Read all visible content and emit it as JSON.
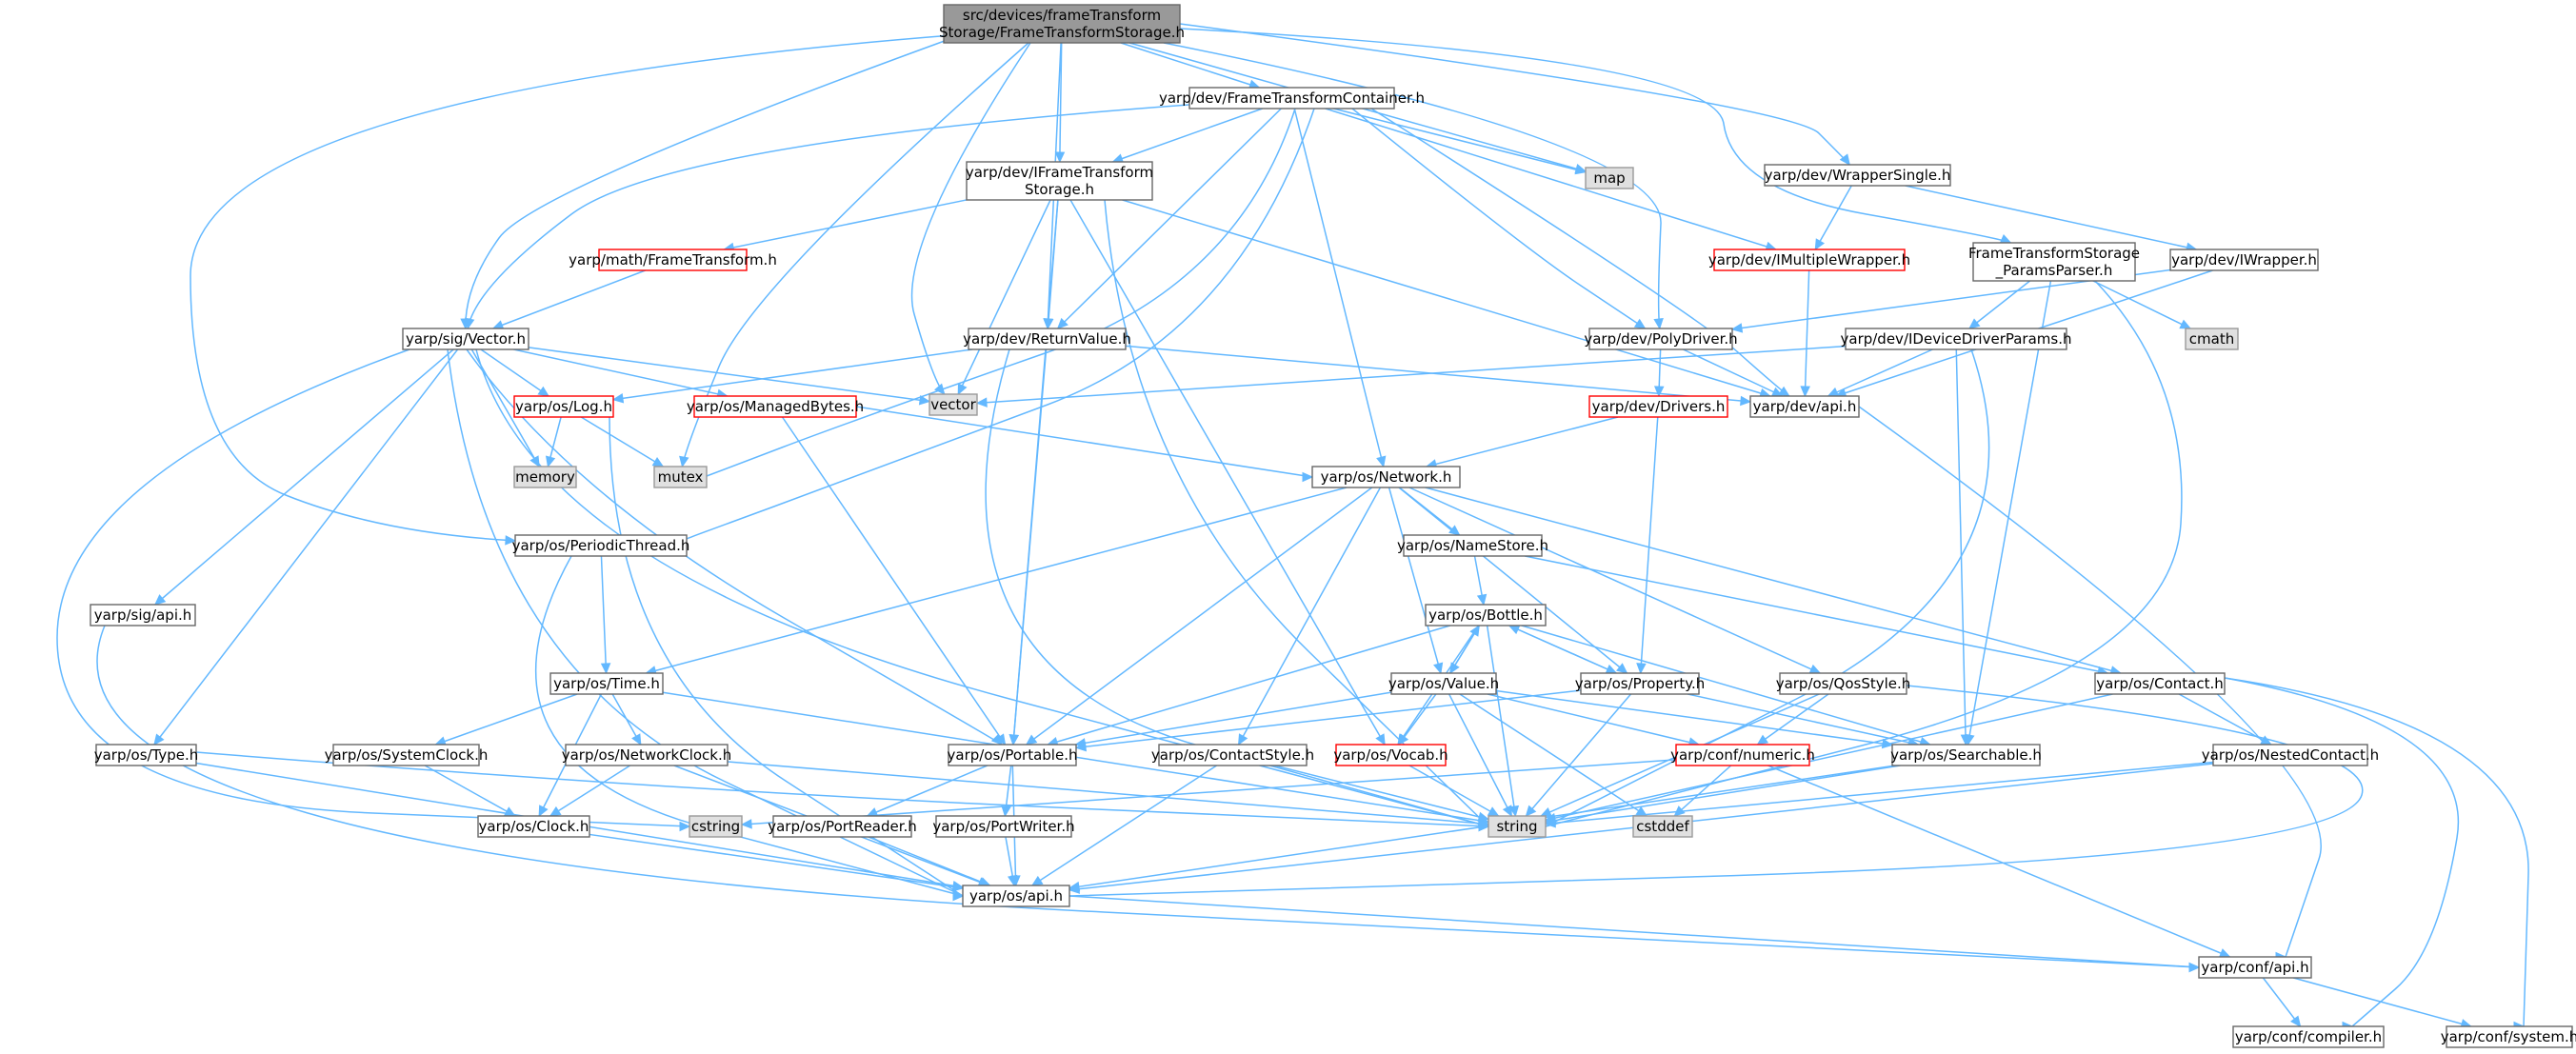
{
  "graph": {
    "nodes": [
      {
        "id": "root",
        "label": [
          "src/devices/frameTransform",
          "Storage/FrameTransformStorage.h"
        ],
        "style": "root",
        "interactable": false
      },
      {
        "id": "ftcontainer",
        "label": [
          "yarp/dev/FrameTransformContainer.h"
        ],
        "style": "normal",
        "interactable": true
      },
      {
        "id": "iftstorage",
        "label": [
          "yarp/dev/IFrameTransform",
          "Storage.h"
        ],
        "style": "normal",
        "interactable": true
      },
      {
        "id": "map",
        "label": [
          "map"
        ],
        "style": "system",
        "interactable": false
      },
      {
        "id": "wrappersingle",
        "label": [
          "yarp/dev/WrapperSingle.h"
        ],
        "style": "normal",
        "interactable": true
      },
      {
        "id": "imultiplewrapper",
        "label": [
          "yarp/dev/IMultipleWrapper.h"
        ],
        "style": "red",
        "interactable": true
      },
      {
        "id": "ftsparams",
        "label": [
          "FrameTransformStorage",
          "_ParamsParser.h"
        ],
        "style": "normal",
        "interactable": true
      },
      {
        "id": "iwrapper",
        "label": [
          "yarp/dev/IWrapper.h"
        ],
        "style": "normal",
        "interactable": true
      },
      {
        "id": "mathft",
        "label": [
          "yarp/math/FrameTransform.h"
        ],
        "style": "red",
        "interactable": true
      },
      {
        "id": "sigvector",
        "label": [
          "yarp/sig/Vector.h"
        ],
        "style": "normal",
        "interactable": true
      },
      {
        "id": "returnvalue",
        "label": [
          "yarp/dev/ReturnValue.h"
        ],
        "style": "normal",
        "interactable": true
      },
      {
        "id": "polydriver",
        "label": [
          "yarp/dev/PolyDriver.h"
        ],
        "style": "normal",
        "interactable": true
      },
      {
        "id": "ideviceparams",
        "label": [
          "yarp/dev/IDeviceDriverParams.h"
        ],
        "style": "normal",
        "interactable": true
      },
      {
        "id": "cmath",
        "label": [
          "cmath"
        ],
        "style": "system",
        "interactable": false
      },
      {
        "id": "vector",
        "label": [
          "vector"
        ],
        "style": "system",
        "interactable": false
      },
      {
        "id": "oslog",
        "label": [
          "yarp/os/Log.h"
        ],
        "style": "red",
        "interactable": true
      },
      {
        "id": "managedbytes",
        "label": [
          "yarp/os/ManagedBytes.h"
        ],
        "style": "red",
        "interactable": true
      },
      {
        "id": "drivers",
        "label": [
          "yarp/dev/Drivers.h"
        ],
        "style": "red",
        "interactable": true
      },
      {
        "id": "devapi",
        "label": [
          "yarp/dev/api.h"
        ],
        "style": "normal",
        "interactable": true
      },
      {
        "id": "memory",
        "label": [
          "memory"
        ],
        "style": "system",
        "interactable": false
      },
      {
        "id": "mutex",
        "label": [
          "mutex"
        ],
        "style": "system",
        "interactable": false
      },
      {
        "id": "network",
        "label": [
          "yarp/os/Network.h"
        ],
        "style": "normal",
        "interactable": true
      },
      {
        "id": "periodicthread",
        "label": [
          "yarp/os/PeriodicThread.h"
        ],
        "style": "normal",
        "interactable": true
      },
      {
        "id": "namestore",
        "label": [
          "yarp/os/NameStore.h"
        ],
        "style": "normal",
        "interactable": true
      },
      {
        "id": "sigapi",
        "label": [
          "yarp/sig/api.h"
        ],
        "style": "normal",
        "interactable": true
      },
      {
        "id": "bottle",
        "label": [
          "yarp/os/Bottle.h"
        ],
        "style": "normal",
        "interactable": true
      },
      {
        "id": "ostime",
        "label": [
          "yarp/os/Time.h"
        ],
        "style": "normal",
        "interactable": true
      },
      {
        "id": "osvalue",
        "label": [
          "yarp/os/Value.h"
        ],
        "style": "normal",
        "interactable": true
      },
      {
        "id": "property",
        "label": [
          "yarp/os/Property.h"
        ],
        "style": "normal",
        "interactable": true
      },
      {
        "id": "qosstyle",
        "label": [
          "yarp/os/QosStyle.h"
        ],
        "style": "normal",
        "interactable": true
      },
      {
        "id": "contact",
        "label": [
          "yarp/os/Contact.h"
        ],
        "style": "normal",
        "interactable": true
      },
      {
        "id": "ostype",
        "label": [
          "yarp/os/Type.h"
        ],
        "style": "normal",
        "interactable": true
      },
      {
        "id": "systemclock",
        "label": [
          "yarp/os/SystemClock.h"
        ],
        "style": "normal",
        "interactable": true
      },
      {
        "id": "networkclock",
        "label": [
          "yarp/os/NetworkClock.h"
        ],
        "style": "normal",
        "interactable": true
      },
      {
        "id": "portable",
        "label": [
          "yarp/os/Portable.h"
        ],
        "style": "normal",
        "interactable": true
      },
      {
        "id": "contactstyle",
        "label": [
          "yarp/os/ContactStyle.h"
        ],
        "style": "normal",
        "interactable": true
      },
      {
        "id": "vocab",
        "label": [
          "yarp/os/Vocab.h"
        ],
        "style": "red",
        "interactable": true
      },
      {
        "id": "numeric",
        "label": [
          "yarp/conf/numeric.h"
        ],
        "style": "red",
        "interactable": true
      },
      {
        "id": "searchable",
        "label": [
          "yarp/os/Searchable.h"
        ],
        "style": "normal",
        "interactable": true
      },
      {
        "id": "nestedcontact",
        "label": [
          "yarp/os/NestedContact.h"
        ],
        "style": "normal",
        "interactable": true
      },
      {
        "id": "cstring",
        "label": [
          "cstring"
        ],
        "style": "system",
        "interactable": false
      },
      {
        "id": "osclock",
        "label": [
          "yarp/os/Clock.h"
        ],
        "style": "normal",
        "interactable": true
      },
      {
        "id": "portreader",
        "label": [
          "yarp/os/PortReader.h"
        ],
        "style": "normal",
        "interactable": true
      },
      {
        "id": "portwriter",
        "label": [
          "yarp/os/PortWriter.h"
        ],
        "style": "normal",
        "interactable": true
      },
      {
        "id": "string",
        "label": [
          "string"
        ],
        "style": "system",
        "interactable": false
      },
      {
        "id": "cstddef",
        "label": [
          "cstddef"
        ],
        "style": "system",
        "interactable": false
      },
      {
        "id": "osapi",
        "label": [
          "yarp/os/api.h"
        ],
        "style": "normal",
        "interactable": true
      },
      {
        "id": "confapi",
        "label": [
          "yarp/conf/api.h"
        ],
        "style": "normal",
        "interactable": true
      },
      {
        "id": "compiler",
        "label": [
          "yarp/conf/compiler.h"
        ],
        "style": "normal",
        "interactable": true
      },
      {
        "id": "system",
        "label": [
          "yarp/conf/system.h"
        ],
        "style": "normal",
        "interactable": true
      }
    ],
    "edges": [
      [
        "root",
        "ftcontainer"
      ],
      [
        "root",
        "iftstorage"
      ],
      [
        "root",
        "map"
      ],
      [
        "root",
        "wrappersingle"
      ],
      [
        "root",
        "ftsparams"
      ],
      [
        "root",
        "sigvector"
      ],
      [
        "root",
        "returnvalue"
      ],
      [
        "root",
        "polydriver"
      ],
      [
        "root",
        "vector"
      ],
      [
        "root",
        "mutex"
      ],
      [
        "root",
        "periodicthread"
      ],
      [
        "ftcontainer",
        "iftstorage"
      ],
      [
        "ftcontainer",
        "map"
      ],
      [
        "ftcontainer",
        "imultiplewrapper"
      ],
      [
        "ftcontainer",
        "sigvector"
      ],
      [
        "ftcontainer",
        "returnvalue"
      ],
      [
        "ftcontainer",
        "polydriver"
      ],
      [
        "ftcontainer",
        "devapi"
      ],
      [
        "ftcontainer",
        "network"
      ],
      [
        "ftcontainer",
        "mutex"
      ],
      [
        "ftcontainer",
        "periodicthread"
      ],
      [
        "iftstorage",
        "mathft"
      ],
      [
        "iftstorage",
        "returnvalue"
      ],
      [
        "iftstorage",
        "vector"
      ],
      [
        "iftstorage",
        "devapi"
      ],
      [
        "iftstorage",
        "portable"
      ],
      [
        "iftstorage",
        "vocab"
      ],
      [
        "iftstorage",
        "string"
      ],
      [
        "wrappersingle",
        "imultiplewrapper"
      ],
      [
        "wrappersingle",
        "iwrapper"
      ],
      [
        "imultiplewrapper",
        "devapi"
      ],
      [
        "ftsparams",
        "ideviceparams"
      ],
      [
        "ftsparams",
        "cmath"
      ],
      [
        "ftsparams",
        "searchable"
      ],
      [
        "ftsparams",
        "string"
      ],
      [
        "iwrapper",
        "polydriver"
      ],
      [
        "iwrapper",
        "devapi"
      ],
      [
        "mathft",
        "sigvector"
      ],
      [
        "sigvector",
        "oslog"
      ],
      [
        "sigvector",
        "managedbytes"
      ],
      [
        "sigvector",
        "memory"
      ],
      [
        "sigvector",
        "vector"
      ],
      [
        "sigvector",
        "sigapi"
      ],
      [
        "sigvector",
        "ostype"
      ],
      [
        "sigvector",
        "portable"
      ],
      [
        "sigvector",
        "string"
      ],
      [
        "sigvector",
        "cstring"
      ],
      [
        "sigvector",
        "osapi"
      ],
      [
        "returnvalue",
        "oslog"
      ],
      [
        "returnvalue",
        "portable"
      ],
      [
        "returnvalue",
        "devapi"
      ],
      [
        "returnvalue",
        "string"
      ],
      [
        "polydriver",
        "drivers"
      ],
      [
        "polydriver",
        "devapi"
      ],
      [
        "ideviceparams",
        "devapi"
      ],
      [
        "ideviceparams",
        "vector"
      ],
      [
        "ideviceparams",
        "searchable"
      ],
      [
        "ideviceparams",
        "string"
      ],
      [
        "oslog",
        "memory"
      ],
      [
        "oslog",
        "mutex"
      ],
      [
        "oslog",
        "osapi"
      ],
      [
        "managedbytes",
        "network"
      ],
      [
        "managedbytes",
        "portable"
      ],
      [
        "drivers",
        "network"
      ],
      [
        "drivers",
        "property"
      ],
      [
        "devapi",
        "confapi"
      ],
      [
        "network",
        "namestore"
      ],
      [
        "network",
        "ostime"
      ],
      [
        "network",
        "osvalue"
      ],
      [
        "network",
        "property"
      ],
      [
        "network",
        "qosstyle"
      ],
      [
        "network",
        "contact"
      ],
      [
        "network",
        "portable"
      ],
      [
        "network",
        "contactstyle"
      ],
      [
        "periodicthread",
        "ostime"
      ],
      [
        "periodicthread",
        "osapi"
      ],
      [
        "namestore",
        "bottle"
      ],
      [
        "namestore",
        "contact"
      ],
      [
        "sigapi",
        "confapi"
      ],
      [
        "bottle",
        "osvalue"
      ],
      [
        "bottle",
        "property"
      ],
      [
        "bottle",
        "portable"
      ],
      [
        "bottle",
        "searchable"
      ],
      [
        "bottle",
        "vocab"
      ],
      [
        "bottle",
        "string"
      ],
      [
        "ostime",
        "systemclock"
      ],
      [
        "ostime",
        "networkclock"
      ],
      [
        "ostime",
        "osclock"
      ],
      [
        "ostime",
        "string"
      ],
      [
        "osvalue",
        "bottle"
      ],
      [
        "osvalue",
        "portable"
      ],
      [
        "osvalue",
        "vocab"
      ],
      [
        "osvalue",
        "searchable"
      ],
      [
        "osvalue",
        "numeric"
      ],
      [
        "osvalue",
        "string"
      ],
      [
        "osvalue",
        "cstddef"
      ],
      [
        "property",
        "bottle"
      ],
      [
        "property",
        "searchable"
      ],
      [
        "property",
        "portable"
      ],
      [
        "property",
        "string"
      ],
      [
        "qosstyle",
        "numeric"
      ],
      [
        "qosstyle",
        "string"
      ],
      [
        "qosstyle",
        "osapi"
      ],
      [
        "contact",
        "nestedcontact"
      ],
      [
        "contact",
        "string"
      ],
      [
        "contact",
        "compiler"
      ],
      [
        "contact",
        "system"
      ],
      [
        "ostype",
        "osapi"
      ],
      [
        "ostype",
        "string"
      ],
      [
        "systemclock",
        "osclock"
      ],
      [
        "networkclock",
        "osclock"
      ],
      [
        "networkclock",
        "osapi"
      ],
      [
        "networkclock",
        "string"
      ],
      [
        "portable",
        "portreader"
      ],
      [
        "portable",
        "portwriter"
      ],
      [
        "portable",
        "osapi"
      ],
      [
        "contactstyle",
        "string"
      ],
      [
        "contactstyle",
        "osapi"
      ],
      [
        "vocab",
        "string"
      ],
      [
        "numeric",
        "cstring"
      ],
      [
        "numeric",
        "cstddef"
      ],
      [
        "numeric",
        "confapi"
      ],
      [
        "searchable",
        "string"
      ],
      [
        "searchable",
        "osapi"
      ],
      [
        "nestedcontact",
        "string"
      ],
      [
        "nestedcontact",
        "osapi"
      ],
      [
        "osclock",
        "osapi"
      ],
      [
        "portreader",
        "osapi"
      ],
      [
        "portwriter",
        "osapi"
      ],
      [
        "osapi",
        "confapi"
      ],
      [
        "confapi",
        "compiler"
      ],
      [
        "confapi",
        "system"
      ]
    ]
  }
}
